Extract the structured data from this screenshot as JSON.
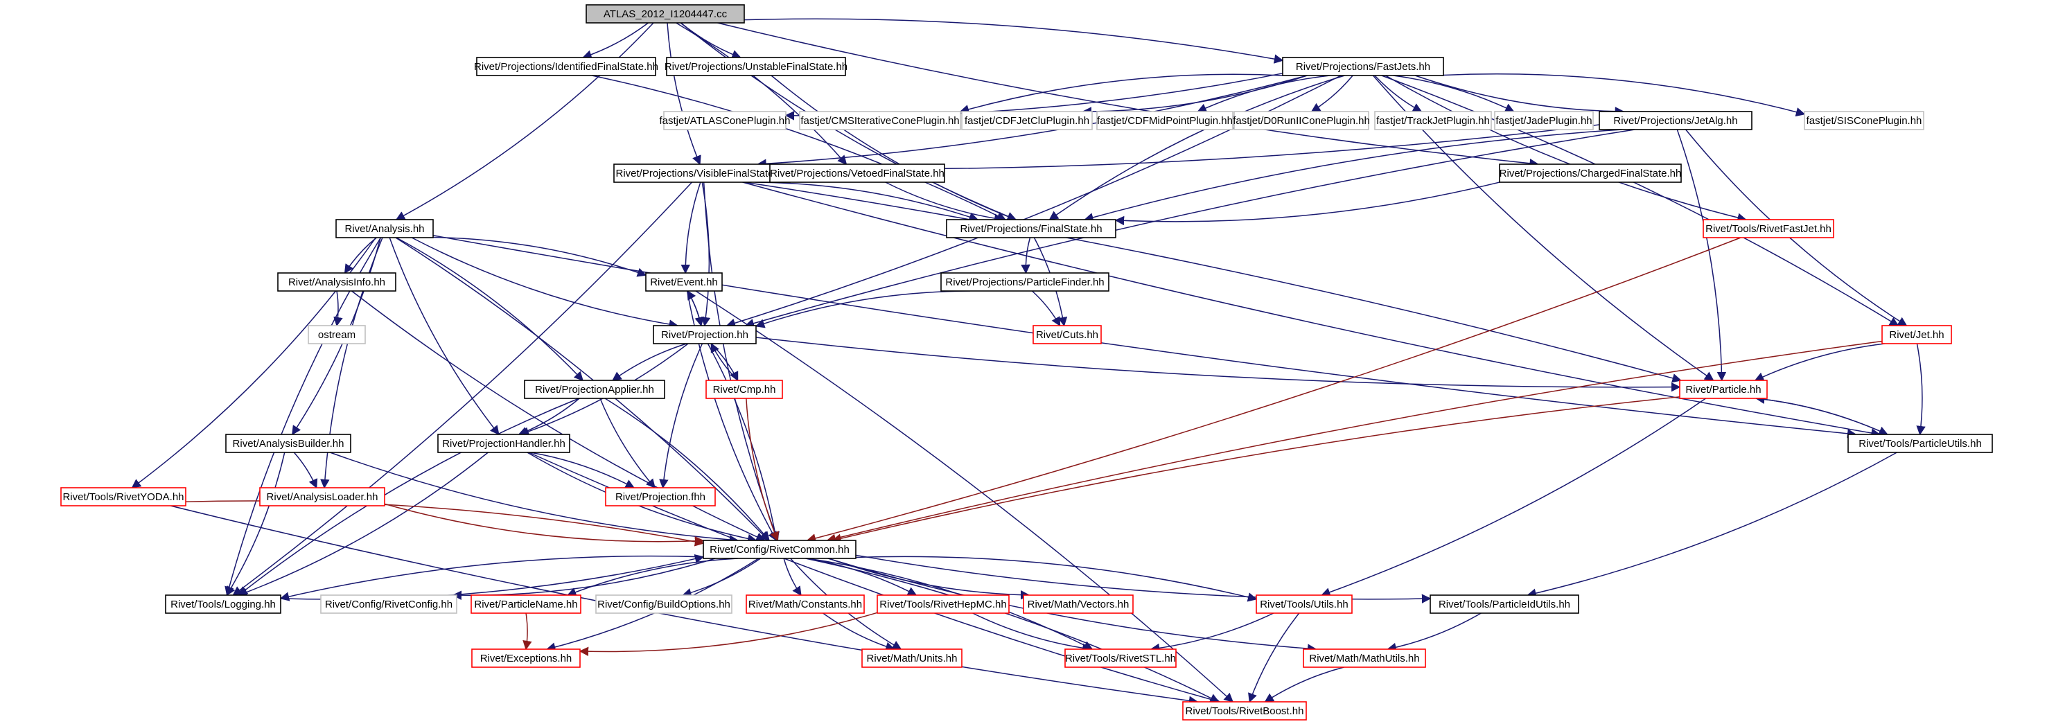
{
  "title": "ATLAS_2012_I1204447.cc",
  "colors": {
    "edge": "#191970",
    "edge_alt": "#8b1a1a",
    "normal_border": "#000000",
    "missing_border": "#bfbfbf",
    "truncated_border": "#ff0000",
    "root_fill": "#bfbfbf",
    "node_fill": "#ffffff"
  },
  "nodes": [
    {
      "id": "root",
      "label": "ATLAS_2012_I1204447.cc",
      "style": "root"
    },
    {
      "id": "idfs",
      "label": "Rivet/Projections/IdentifiedFinalState.hh",
      "style": "normal"
    },
    {
      "id": "ufs",
      "label": "Rivet/Projections/UnstableFinalState.hh",
      "style": "normal"
    },
    {
      "id": "fastjets",
      "label": "Rivet/Projections/FastJets.hh",
      "style": "normal"
    },
    {
      "id": "atlascone",
      "label": "fastjet/ATLASConePlugin.hh",
      "style": "missing"
    },
    {
      "id": "cmsiter",
      "label": "fastjet/CMSIterativeConePlugin.hh",
      "style": "missing"
    },
    {
      "id": "cdfjetclu",
      "label": "fastjet/CDFJetCluPlugin.hh",
      "style": "missing"
    },
    {
      "id": "cdfmid",
      "label": "fastjet/CDFMidPointPlugin.hh",
      "style": "missing"
    },
    {
      "id": "d0run",
      "label": "fastjet/D0RunIIConePlugin.hh",
      "style": "missing"
    },
    {
      "id": "trackjet",
      "label": "fastjet/TrackJetPlugin.hh",
      "style": "missing"
    },
    {
      "id": "jade",
      "label": "fastjet/JadePlugin.hh",
      "style": "missing"
    },
    {
      "id": "jetalg",
      "label": "Rivet/Projections/JetAlg.hh",
      "style": "normal"
    },
    {
      "id": "siscone",
      "label": "fastjet/SISConePlugin.hh",
      "style": "missing"
    },
    {
      "id": "vfs",
      "label": "Rivet/Projections/VisibleFinalState.hh",
      "style": "normal"
    },
    {
      "id": "vetoed",
      "label": "Rivet/Projections/VetoedFinalState.hh",
      "style": "normal"
    },
    {
      "id": "chargedfs",
      "label": "Rivet/Projections/ChargedFinalState.hh",
      "style": "normal"
    },
    {
      "id": "analysis",
      "label": "Rivet/Analysis.hh",
      "style": "normal"
    },
    {
      "id": "fs",
      "label": "Rivet/Projections/FinalState.hh",
      "style": "normal"
    },
    {
      "id": "rivetfastjet",
      "label": "Rivet/Tools/RivetFastJet.hh",
      "style": "truncated"
    },
    {
      "id": "analysisinfo",
      "label": "Rivet/AnalysisInfo.hh",
      "style": "normal"
    },
    {
      "id": "event",
      "label": "Rivet/Event.hh",
      "style": "normal"
    },
    {
      "id": "particlefinder",
      "label": "Rivet/Projections/ParticleFinder.hh",
      "style": "normal"
    },
    {
      "id": "ostream",
      "label": "ostream",
      "style": "missing"
    },
    {
      "id": "cuts",
      "label": "Rivet/Cuts.hh",
      "style": "truncated"
    },
    {
      "id": "jet",
      "label": "Rivet/Jet.hh",
      "style": "truncated"
    },
    {
      "id": "projection",
      "label": "Rivet/Projection.hh",
      "style": "normal"
    },
    {
      "id": "projapplier",
      "label": "Rivet/ProjectionApplier.hh",
      "style": "normal"
    },
    {
      "id": "cmp",
      "label": "Rivet/Cmp.hh",
      "style": "truncated"
    },
    {
      "id": "particle",
      "label": "Rivet/Particle.hh",
      "style": "truncated"
    },
    {
      "id": "analysisbuilder",
      "label": "Rivet/AnalysisBuilder.hh",
      "style": "normal"
    },
    {
      "id": "projhandler",
      "label": "Rivet/ProjectionHandler.hh",
      "style": "normal"
    },
    {
      "id": "particleutils",
      "label": "Rivet/Tools/ParticleUtils.hh",
      "style": "normal"
    },
    {
      "id": "rivetyoda",
      "label": "Rivet/Tools/RivetYODA.hh",
      "style": "truncated"
    },
    {
      "id": "analysisloader",
      "label": "Rivet/AnalysisLoader.hh",
      "style": "truncated"
    },
    {
      "id": "projfhh",
      "label": "Rivet/Projection.fhh",
      "style": "truncated"
    },
    {
      "id": "rivetcommon",
      "label": "Rivet/Config/RivetCommon.hh",
      "style": "normal"
    },
    {
      "id": "logging",
      "label": "Rivet/Tools/Logging.hh",
      "style": "normal"
    },
    {
      "id": "rivetconfig",
      "label": "Rivet/Config/RivetConfig.hh",
      "style": "missing"
    },
    {
      "id": "particlename",
      "label": "Rivet/ParticleName.hh",
      "style": "truncated"
    },
    {
      "id": "buildoptions",
      "label": "Rivet/Config/BuildOptions.hh",
      "style": "missing"
    },
    {
      "id": "constants",
      "label": "Rivet/Math/Constants.hh",
      "style": "truncated"
    },
    {
      "id": "rivethepmc",
      "label": "Rivet/Tools/RivetHepMC.hh",
      "style": "truncated"
    },
    {
      "id": "vectors",
      "label": "Rivet/Math/Vectors.hh",
      "style": "truncated"
    },
    {
      "id": "utils",
      "label": "Rivet/Tools/Utils.hh",
      "style": "truncated"
    },
    {
      "id": "particleidutils",
      "label": "Rivet/Tools/ParticleIdUtils.hh",
      "style": "normal"
    },
    {
      "id": "exceptions",
      "label": "Rivet/Exceptions.hh",
      "style": "truncated"
    },
    {
      "id": "units",
      "label": "Rivet/Math/Units.hh",
      "style": "truncated"
    },
    {
      "id": "rivetstl",
      "label": "Rivet/Tools/RivetSTL.hh",
      "style": "truncated"
    },
    {
      "id": "mathutils",
      "label": "Rivet/Math/MathUtils.hh",
      "style": "truncated"
    },
    {
      "id": "rivetboost",
      "label": "Rivet/Tools/RivetBoost.hh",
      "style": "truncated"
    }
  ],
  "edges": [
    [
      "root",
      "idfs"
    ],
    [
      "root",
      "ufs"
    ],
    [
      "root",
      "fastjets"
    ],
    [
      "root",
      "vfs"
    ],
    [
      "root",
      "vetoed"
    ],
    [
      "root",
      "chargedfs"
    ],
    [
      "root",
      "analysis"
    ],
    [
      "root",
      "fs"
    ],
    [
      "idfs",
      "fs"
    ],
    [
      "ufs",
      "fs"
    ],
    [
      "fastjets",
      "atlascone"
    ],
    [
      "fastjets",
      "cmsiter"
    ],
    [
      "fastjets",
      "cdfjetclu"
    ],
    [
      "fastjets",
      "cdfmid"
    ],
    [
      "fastjets",
      "d0run"
    ],
    [
      "fastjets",
      "trackjet"
    ],
    [
      "fastjets",
      "jade"
    ],
    [
      "fastjets",
      "jetalg"
    ],
    [
      "fastjets",
      "siscone"
    ],
    [
      "fastjets",
      "rivetfastjet"
    ],
    [
      "fastjets",
      "jet"
    ],
    [
      "fastjets",
      "particle"
    ],
    [
      "fastjets",
      "vfs"
    ],
    [
      "fastjets",
      "fs"
    ],
    [
      "fastjets",
      "projection"
    ],
    [
      "jetalg",
      "fs"
    ],
    [
      "jetalg",
      "vfs"
    ],
    [
      "jetalg",
      "jet"
    ],
    [
      "jetalg",
      "particle"
    ],
    [
      "jetalg",
      "projection"
    ],
    [
      "vfs",
      "fs"
    ],
    [
      "vfs",
      "event"
    ],
    [
      "vfs",
      "projection"
    ],
    [
      "vfs",
      "rivetcommon"
    ],
    [
      "vfs",
      "logging"
    ],
    [
      "vfs",
      "particleutils"
    ],
    [
      "vfs",
      "particle"
    ],
    [
      "vetoed",
      "fs"
    ],
    [
      "chargedfs",
      "fs"
    ],
    [
      "fs",
      "particlefinder"
    ],
    [
      "fs",
      "cuts"
    ],
    [
      "particlefinder",
      "projection"
    ],
    [
      "particlefinder",
      "cuts"
    ],
    [
      "analysis",
      "analysisinfo"
    ],
    [
      "analysis",
      "event"
    ],
    [
      "analysis",
      "projection"
    ],
    [
      "analysis",
      "projapplier"
    ],
    [
      "analysis",
      "projhandler"
    ],
    [
      "analysis",
      "analysisbuilder"
    ],
    [
      "analysis",
      "analysisloader"
    ],
    [
      "analysis",
      "rivetyoda"
    ],
    [
      "analysis",
      "logging"
    ],
    [
      "analysis",
      "rivetcommon"
    ],
    [
      "analysis",
      "particleutils"
    ],
    [
      "analysisinfo",
      "ostream"
    ],
    [
      "analysisinfo",
      "rivetcommon"
    ],
    [
      "event",
      "projection"
    ],
    [
      "event",
      "rivetcommon"
    ],
    [
      "event",
      "rivetboost"
    ],
    [
      "projection",
      "event"
    ],
    [
      "projection",
      "cmp"
    ],
    [
      "projection",
      "projapplier"
    ],
    [
      "projection",
      "projhandler"
    ],
    [
      "projection",
      "projfhh"
    ],
    [
      "projection",
      "rivetcommon"
    ],
    [
      "projection",
      "particle"
    ],
    [
      "cmp",
      "projection"
    ],
    [
      "cmp",
      "rivetcommon"
    ],
    [
      "projapplier",
      "projhandler"
    ],
    [
      "projapplier",
      "projfhh"
    ],
    [
      "projapplier",
      "rivetcommon"
    ],
    [
      "projapplier",
      "logging"
    ],
    [
      "projhandler",
      "projfhh"
    ],
    [
      "projhandler",
      "rivetcommon"
    ],
    [
      "projhandler",
      "logging"
    ],
    [
      "projhandler",
      "rivetboost"
    ],
    [
      "analysisbuilder",
      "analysisloader"
    ],
    [
      "analysisbuilder",
      "rivetcommon"
    ],
    [
      "analysisbuilder",
      "logging"
    ],
    [
      "analysisloader",
      "rivetcommon"
    ],
    [
      "rivetyoda",
      "rivetcommon"
    ],
    [
      "rivetyoda",
      "rivetboost"
    ],
    [
      "rivetfastjet",
      "rivetcommon"
    ],
    [
      "jet",
      "particle"
    ],
    [
      "jet",
      "particleutils"
    ],
    [
      "jet",
      "rivetcommon"
    ],
    [
      "particle",
      "particleutils"
    ],
    [
      "particle",
      "rivetcommon"
    ],
    [
      "particle",
      "utils"
    ],
    [
      "particleutils",
      "particle"
    ],
    [
      "particleutils",
      "particleidutils"
    ],
    [
      "rivetcommon",
      "logging"
    ],
    [
      "rivetcommon",
      "rivetconfig"
    ],
    [
      "rivetcommon",
      "particlename"
    ],
    [
      "rivetcommon",
      "buildoptions"
    ],
    [
      "rivetcommon",
      "constants"
    ],
    [
      "rivetcommon",
      "rivethepmc"
    ],
    [
      "rivetcommon",
      "vectors"
    ],
    [
      "rivetcommon",
      "utils"
    ],
    [
      "rivetcommon",
      "particleidutils"
    ],
    [
      "rivetcommon",
      "exceptions"
    ],
    [
      "rivetcommon",
      "units"
    ],
    [
      "rivetcommon",
      "rivetstl"
    ],
    [
      "rivetcommon",
      "mathutils"
    ],
    [
      "rivetcommon",
      "rivetboost"
    ],
    [
      "logging",
      "rivetcommon"
    ],
    [
      "particlename",
      "exceptions"
    ],
    [
      "constants",
      "units"
    ],
    [
      "rivethepmc",
      "exceptions"
    ],
    [
      "rivethepmc",
      "rivetstl"
    ],
    [
      "utils",
      "rivetstl"
    ],
    [
      "utils",
      "rivetboost"
    ],
    [
      "particleidutils",
      "mathutils"
    ],
    [
      "mathutils",
      "rivetboost"
    ]
  ]
}
